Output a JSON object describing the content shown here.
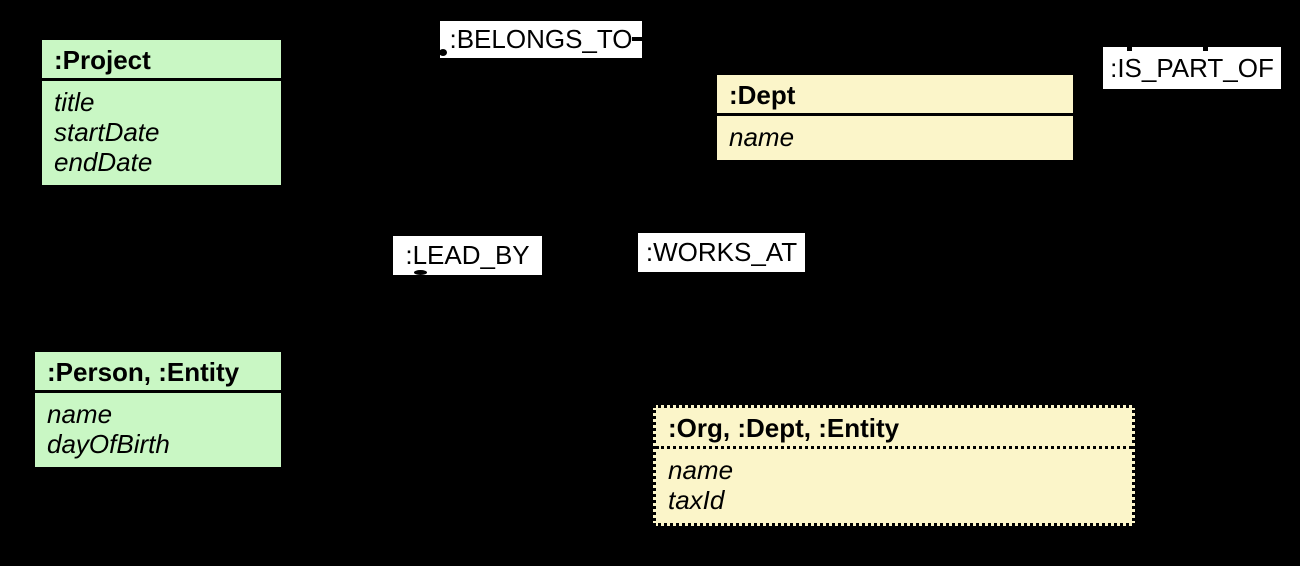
{
  "diagram": {
    "type": "graph-data-model",
    "background": "#000000",
    "nodes": {
      "project": {
        "title": ":Project",
        "attributes": [
          "title",
          "startDate",
          "endDate"
        ],
        "fill": "#C9F7C4",
        "border_style": "solid"
      },
      "dept": {
        "title": ":Dept",
        "attributes": [
          "name"
        ],
        "fill": "#FBF5C9",
        "border_style": "solid"
      },
      "person": {
        "title": ":Person, :Entity",
        "attributes": [
          "name",
          "dayOfBirth"
        ],
        "fill": "#C9F7C4",
        "border_style": "solid"
      },
      "org": {
        "title": ":Org, :Dept, :Entity",
        "attributes": [
          "name",
          "taxId"
        ],
        "fill": "#FBF5C9",
        "border_style": "dotted"
      }
    },
    "relationships": {
      "belongs_to": {
        "label": ":BELONGS_TO"
      },
      "is_part_of": {
        "label": ":IS_PART_OF"
      },
      "lead_by": {
        "label": ":LEAD_BY"
      },
      "works_at": {
        "label": ":WORKS_AT"
      }
    },
    "colors": {
      "node_green": "#C9F7C4",
      "node_yellow": "#FBF5C9",
      "relationship_label_bg": "#FFFFFF",
      "border_and_text": "#000000"
    }
  }
}
